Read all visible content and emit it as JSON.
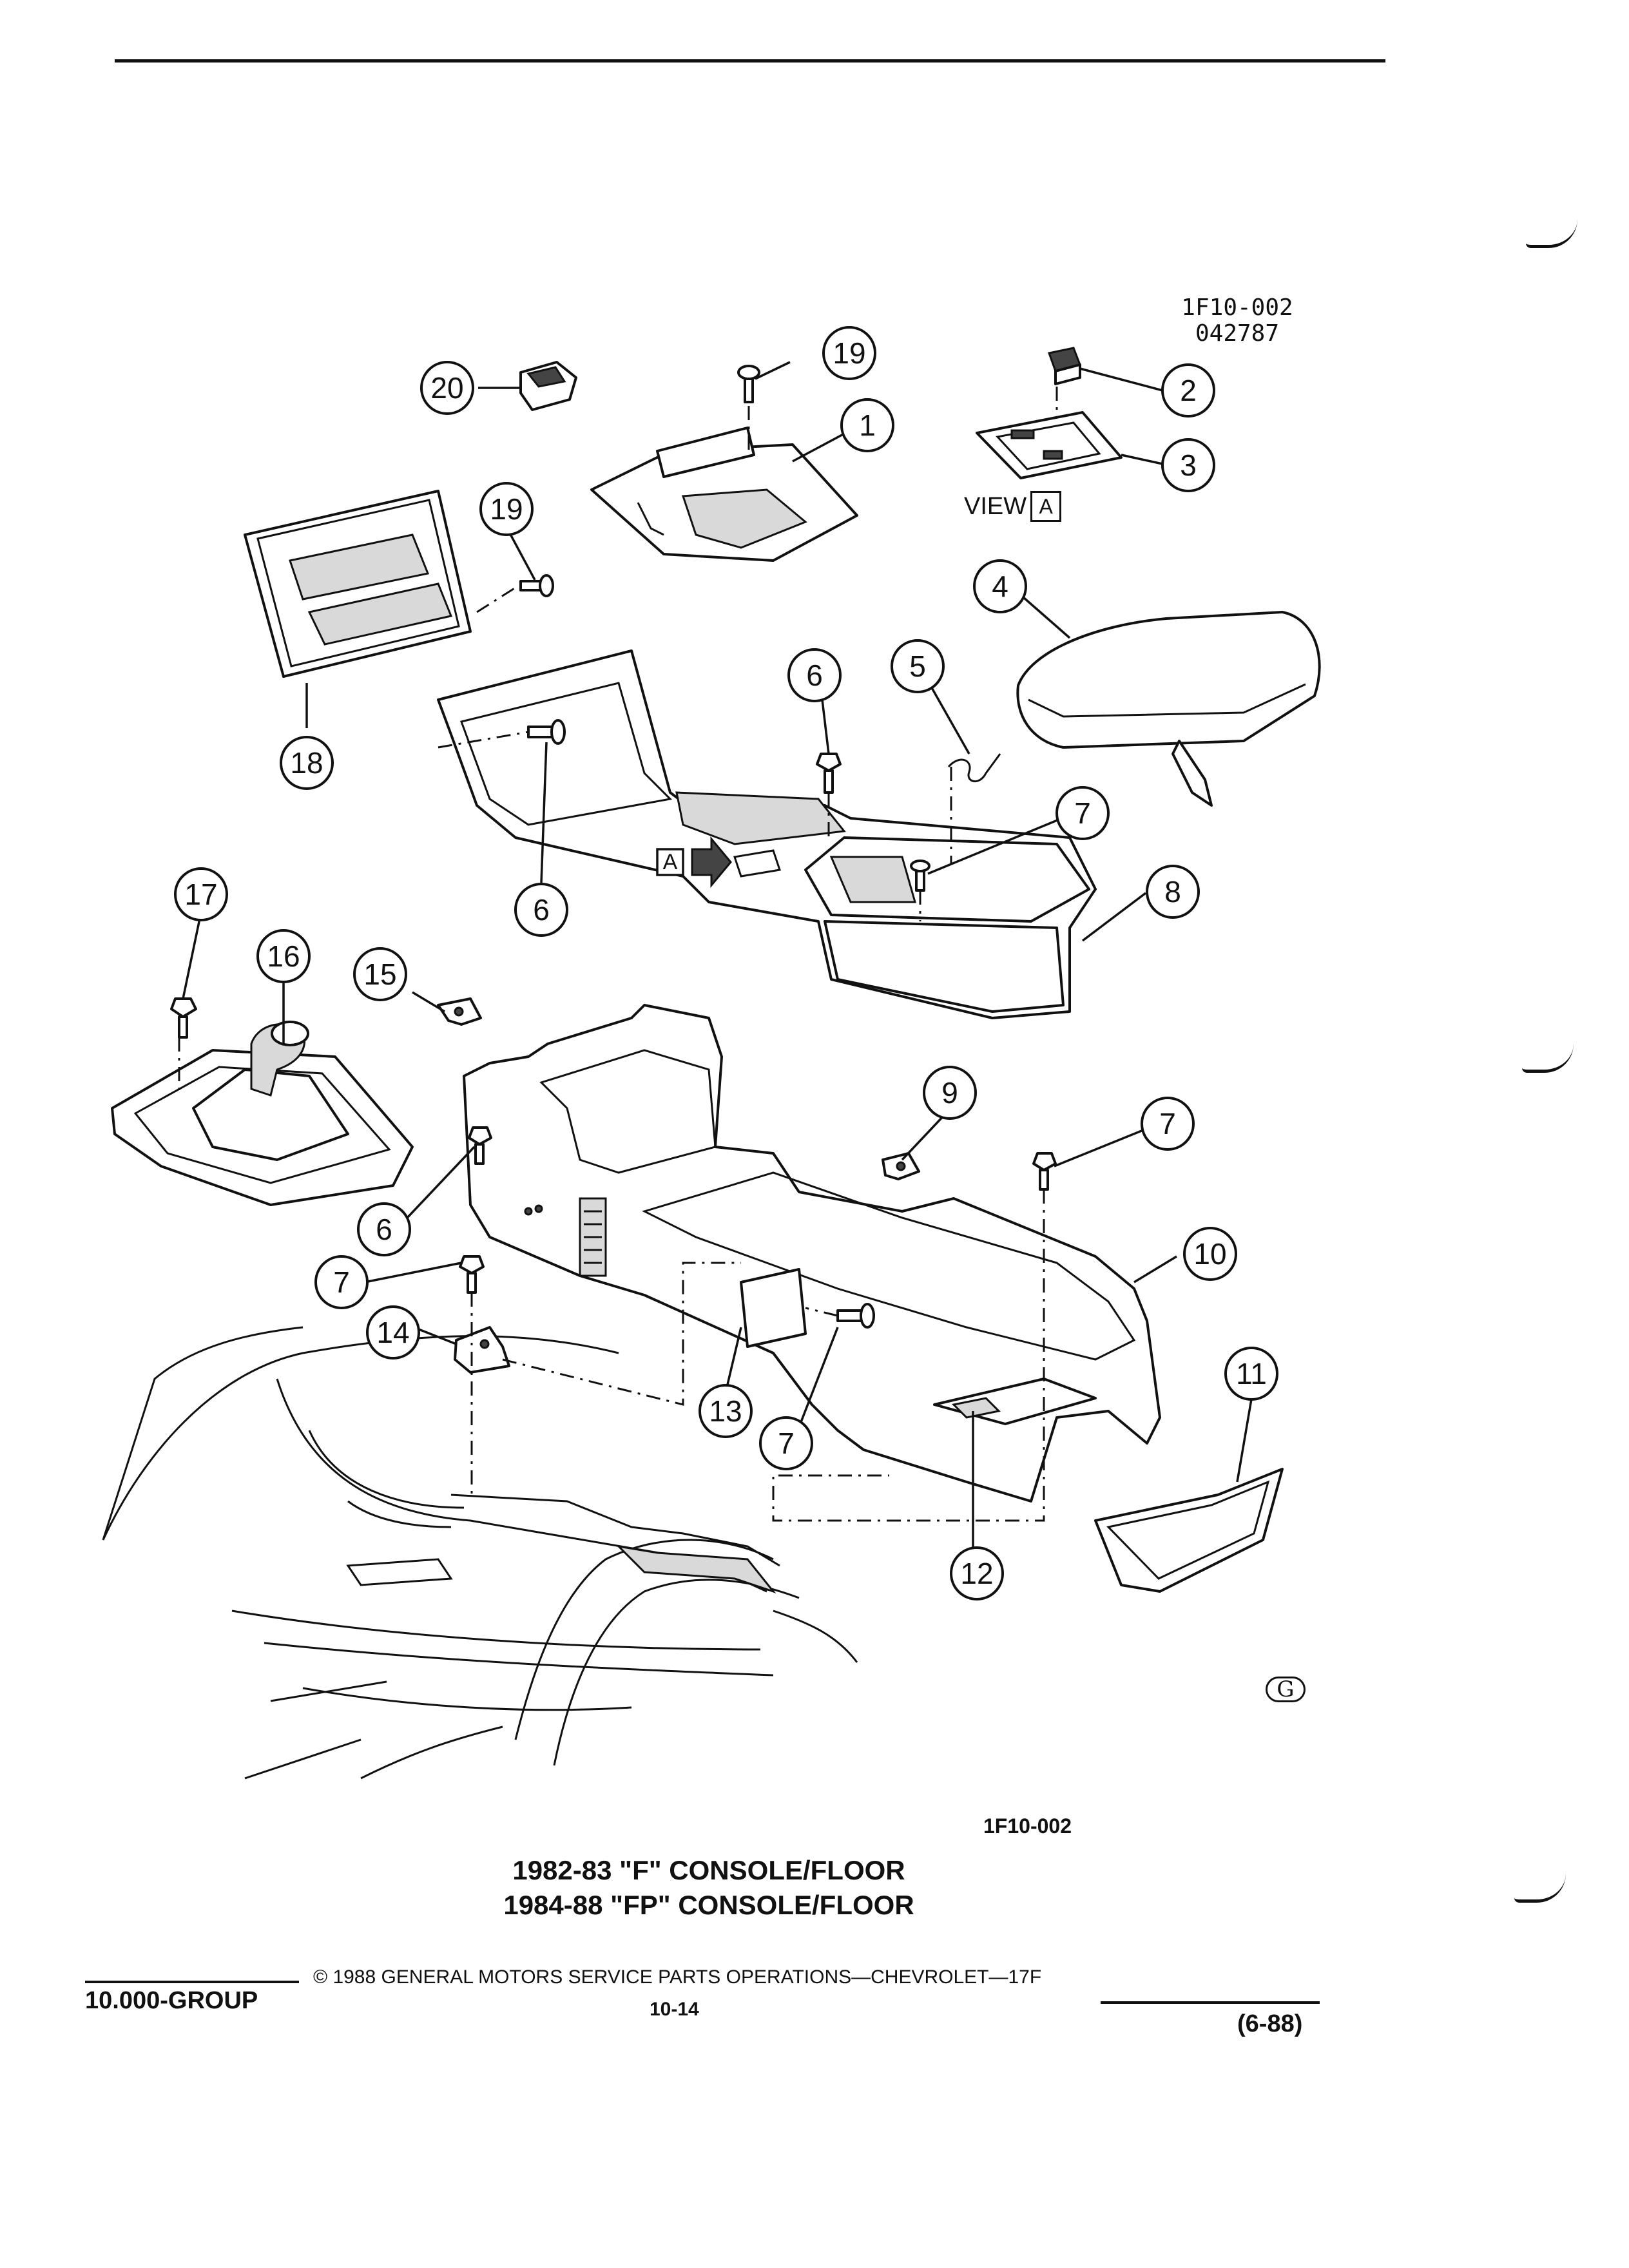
{
  "header": {
    "ref_code_line1": "1F10-002",
    "ref_code_line2": "042787"
  },
  "view_label": {
    "text": "VIEW",
    "letter": "A"
  },
  "arrow_marker": {
    "letter": "A"
  },
  "callouts": [
    "1",
    "2",
    "3",
    "4",
    "5",
    "6",
    "6",
    "6",
    "7",
    "7",
    "7",
    "7",
    "8",
    "9",
    "10",
    "11",
    "12",
    "13",
    "14",
    "15",
    "16",
    "17",
    "18",
    "19",
    "19",
    "20"
  ],
  "figure_code": "1F10-002",
  "caption": {
    "line1": "1982-83 \"F\" CONSOLE/FLOOR",
    "line2": "1984-88 \"FP\" CONSOLE/FLOOR"
  },
  "footer": {
    "group": "10.000-GROUP",
    "copyright": "© 1988  GENERAL MOTORS SERVICE PARTS OPERATIONS—CHEVROLET—17F",
    "page": "10-14",
    "date_code": "(6-88)"
  },
  "logo_mark": "G"
}
